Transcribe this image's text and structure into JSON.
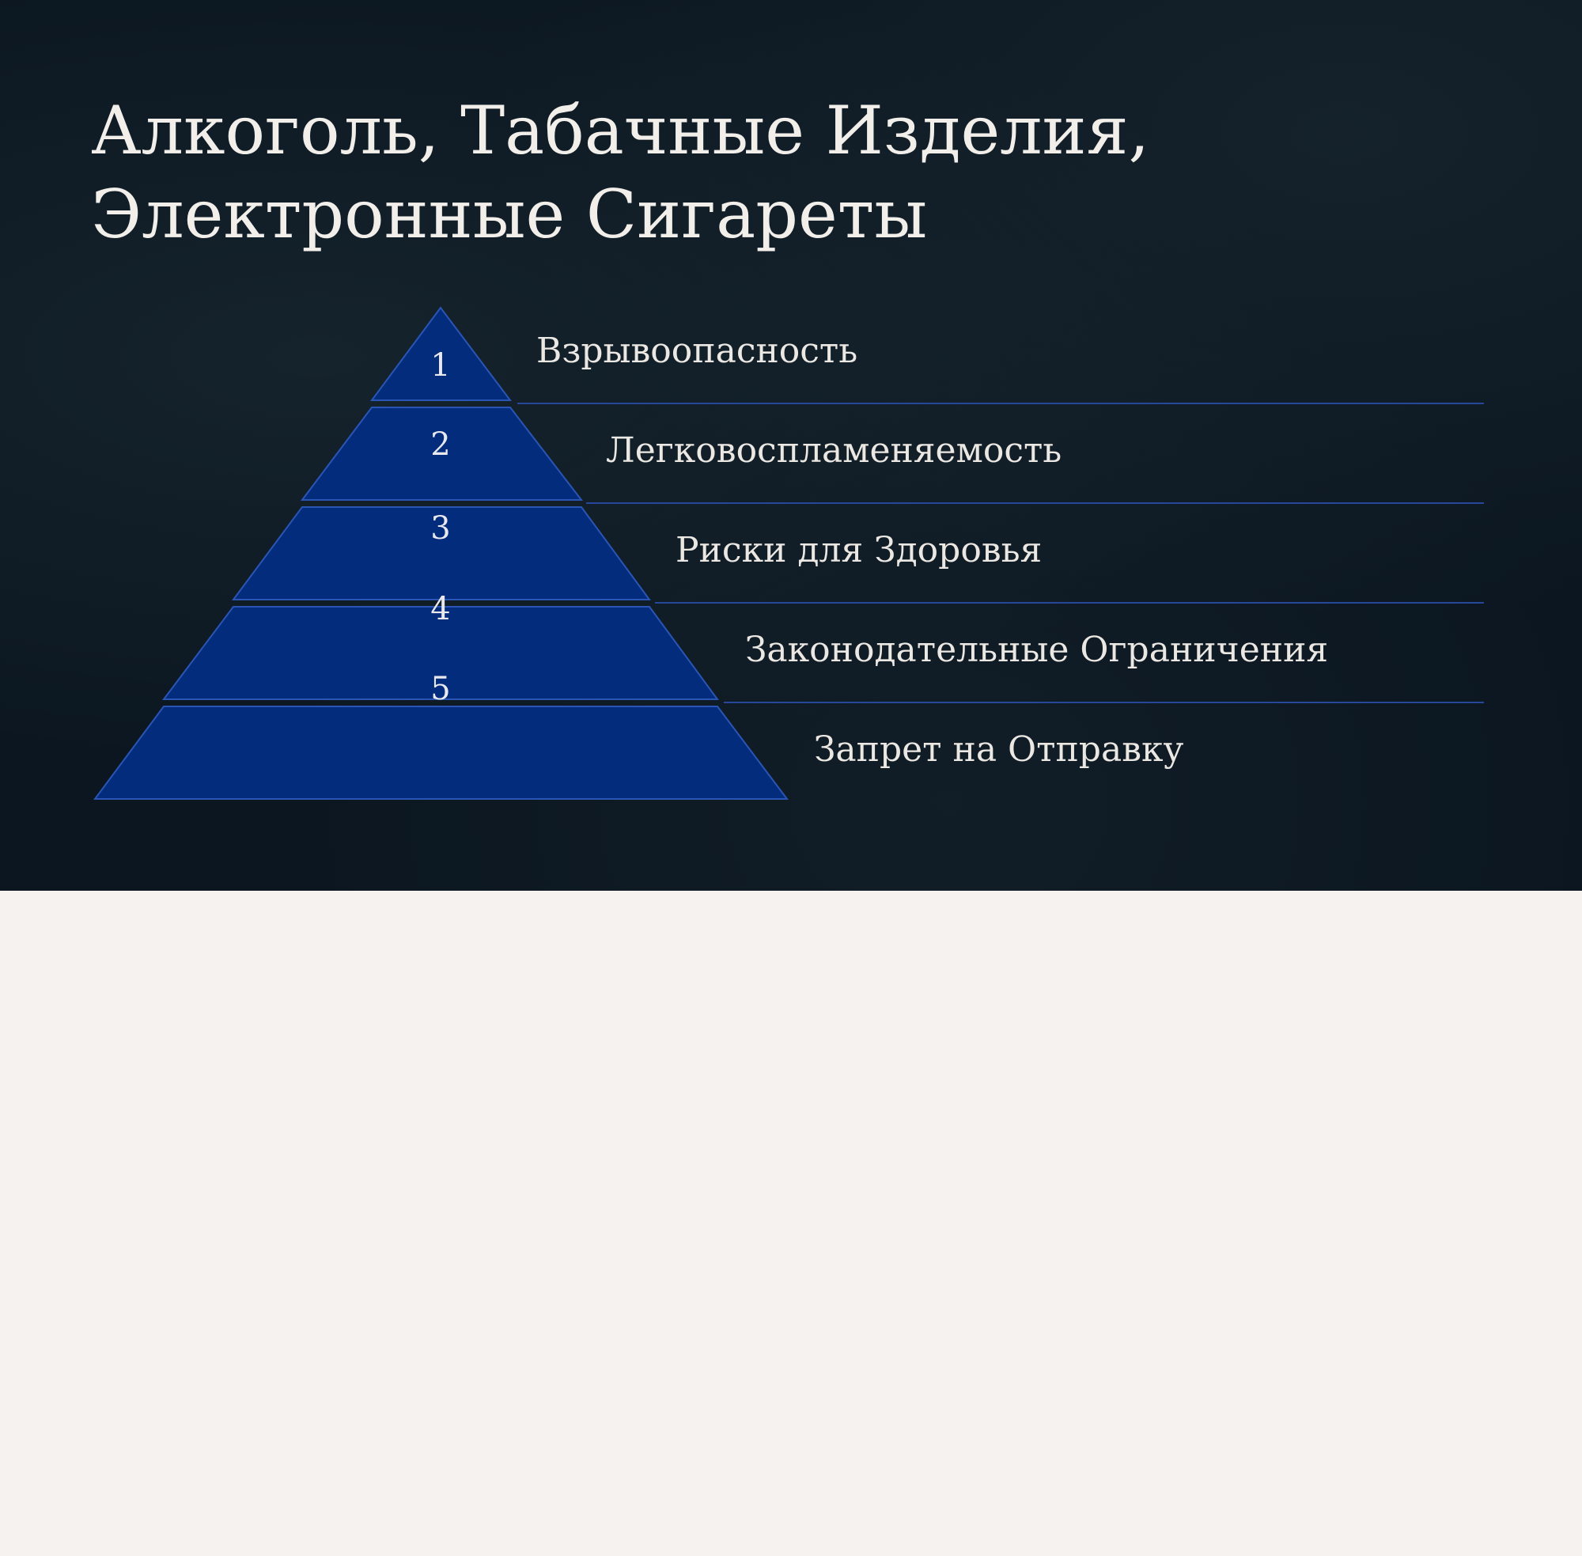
{
  "slide": {
    "title": "Алкоголь, Табачные Изделия,\nЭлектронные Сигареты"
  },
  "pyramid": {
    "tiers": [
      {
        "number": "1",
        "label": "Взрывоопасность"
      },
      {
        "number": "2",
        "label": "Легковоспламеняемость"
      },
      {
        "number": "3",
        "label": "Риски для Здоровья"
      },
      {
        "number": "4",
        "label": "Законодательные Ограничения"
      },
      {
        "number": "5",
        "label": "Запрет на Отправку"
      }
    ],
    "colors": {
      "fill": "#032c7c",
      "stroke": "#2a55b5",
      "line": "#27479a"
    }
  }
}
